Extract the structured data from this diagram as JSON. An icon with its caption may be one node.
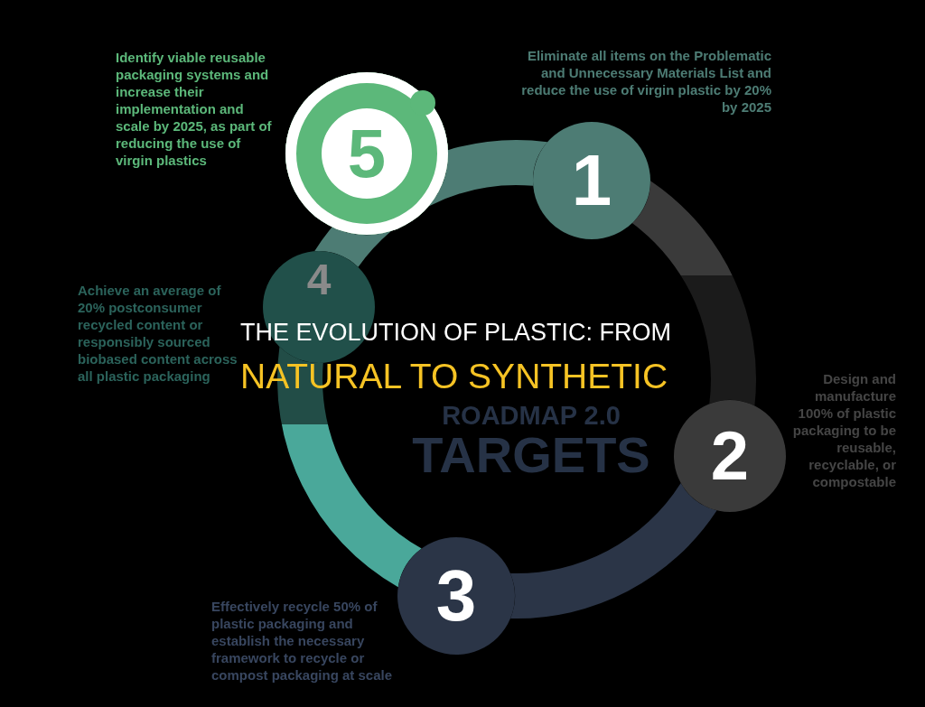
{
  "diagram": {
    "title": "THE EVOLUTION OF PLASTIC: FROM NATURAL TO SYNTHETIC",
    "nodes": [
      {
        "text": [
          "1"
        ],
        "beside": [
          "Eliminate all items on the Problematic and Unnecessary Materials List and reduce the use of virgin plastic by 20% by 2025"
        ]
      },
      {
        "text": [
          "2"
        ],
        "beside": [
          "Design and manufacture 100% of plastic packaging to be reusable, recyclable, or compostable"
        ]
      },
      {
        "text": [
          "3"
        ],
        "beside": [
          "Effectively recycle 50% of plastic packaging and establish the necessary framework to recycle or compost packaging at scale"
        ]
      },
      {
        "text": [
          "4"
        ],
        "beside": [
          "Achieve an average of 20% postconsumer recycled content or responsibly sourced biobased content across all plastic packaging"
        ]
      },
      {
        "text": [
          "5"
        ],
        "beside": [
          "Identify viable reusable packaging systems and increase their implementation and scale by 2025, as part of reducing the use of virgin plastics"
        ]
      }
    ],
    "edges": [
      {
        "from": 0,
        "to": 1,
        "arrow": "none",
        "style": "thick",
        "color": "#3a3a3a"
      },
      {
        "from": 1,
        "to": 2,
        "arrow": "none",
        "style": "thick",
        "color": "#2b3547"
      },
      {
        "from": 2,
        "to": 3,
        "arrow": "none",
        "style": "thick",
        "color": "#4aa89a"
      },
      {
        "from": 3,
        "to": 4,
        "arrow": "none",
        "style": "thick",
        "color": "#4d7c74"
      },
      {
        "from": 4,
        "to": 0,
        "arrow": "none",
        "style": "thick",
        "color": "#4d7c74"
      }
    ],
    "labels": [
      "ROADMAP 2.0",
      "TARGETS"
    ]
  }
}
